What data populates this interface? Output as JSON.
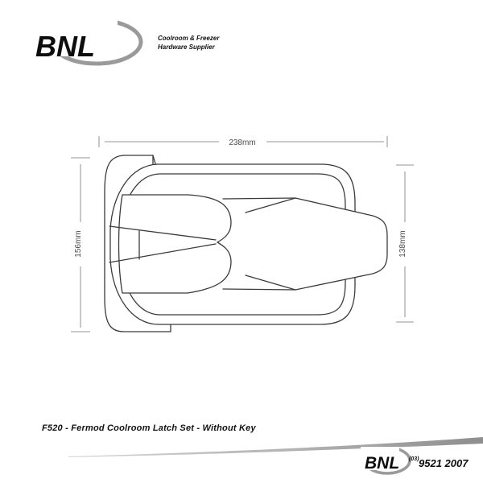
{
  "header": {
    "logo": "BNL",
    "tagline_line1": "Coolroom & Freezer",
    "tagline_line2": "Hardware Supplier"
  },
  "drawing": {
    "title": "Fermod coolroom latch set, top view technical drawing",
    "width_label": "238mm",
    "left_height_label": "156mm",
    "right_height_label": "138mm"
  },
  "caption": "F520 - Fermod Coolroom Latch Set - Without Key",
  "footer": {
    "logo": "BNL",
    "phone_area_code": "(03)",
    "phone_number": "9521 2007"
  },
  "colors": {
    "drawing_line": "#3a3a3a",
    "dimension_line": "#ababab",
    "dimension_text": "#4a4a4a",
    "swoosh_gray": "#9a9a9a",
    "footer_bar_light": "#d6d6d6",
    "footer_bar_dark": "#8e8e8e",
    "background": "#ffffff",
    "text": "#111111"
  }
}
